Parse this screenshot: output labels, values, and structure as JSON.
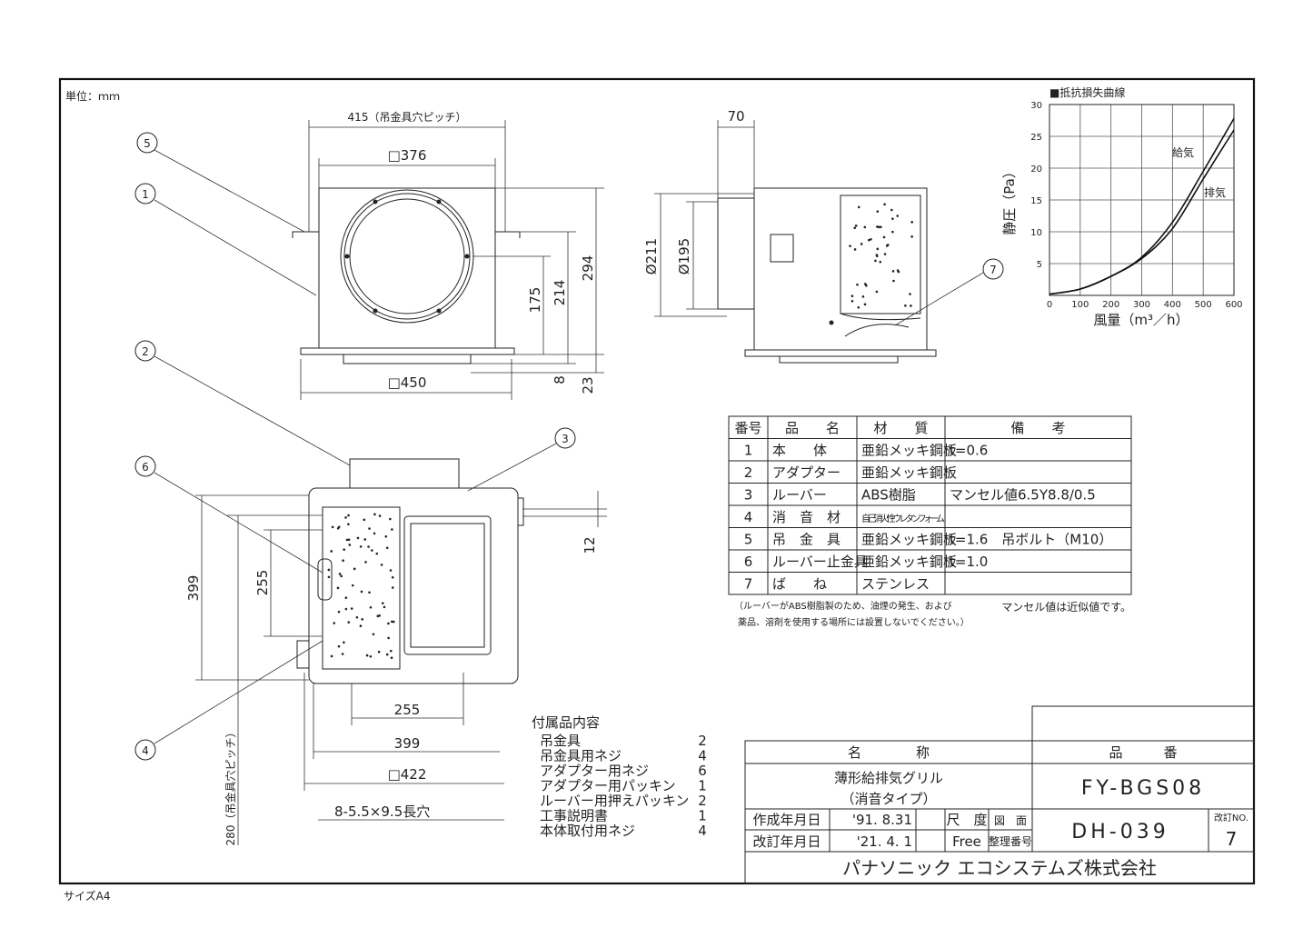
{
  "sheet": {
    "unit_label": "単位：ｍｍ",
    "size_label": "サイズA4"
  },
  "front_view": {
    "dims": {
      "pitch": "415（吊金具穴ピッチ）",
      "inner": "□376",
      "outer": "□450",
      "h294": "294",
      "h214": "214",
      "h175": "175",
      "h8": "8",
      "h23": "23"
    },
    "callouts": [
      "5",
      "1"
    ]
  },
  "side_view": {
    "dims": {
      "depth": "70",
      "d211": "Ø211",
      "d195": "Ø195"
    },
    "callouts": [
      "7"
    ]
  },
  "bottom_view": {
    "dims": {
      "v399": "399",
      "v255": "255",
      "pitch280": "280（吊金具穴ピッチ）",
      "v12": "12",
      "h255": "255",
      "h399": "399",
      "h422": "□422",
      "holes": "8-5.5×9.5長穴"
    },
    "callouts": [
      "2",
      "3",
      "6",
      "4"
    ]
  },
  "chart_data": {
    "type": "line",
    "title": "■抵抗損失曲線",
    "xlabel": "風量（m³／h）",
    "ylabel": "静圧（Pa）",
    "xlim": [
      0,
      600
    ],
    "ylim": [
      0,
      30
    ],
    "xticks": [
      "0",
      "100",
      "200",
      "300",
      "400",
      "500",
      "600"
    ],
    "yticks": [
      "5",
      "10",
      "15",
      "20",
      "25",
      "30"
    ],
    "grid": true,
    "x": [
      0,
      100,
      200,
      300,
      400,
      500,
      600
    ],
    "series": [
      {
        "name": "給気",
        "values": [
          0.2,
          1.0,
          3.0,
          6.0,
          11.5,
          19.5,
          27.8
        ]
      },
      {
        "name": "排気",
        "values": [
          0.2,
          1.0,
          3.0,
          5.8,
          10.5,
          18.3,
          26.0
        ]
      }
    ]
  },
  "parts_table": {
    "headers": [
      "番号",
      "品　　名",
      "材　　質",
      "備　　考"
    ],
    "rows": [
      [
        "1",
        "本　　体",
        "亜鉛メッキ鋼板",
        "t=0.6"
      ],
      [
        "2",
        "アダプター",
        "亜鉛メッキ鋼板",
        ""
      ],
      [
        "3",
        "ルーバー",
        "ABS樹脂",
        "マンセル値6.5Y8.8/0.5"
      ],
      [
        "4",
        "消　音　材",
        "自己消火性ウレタンフォーム",
        ""
      ],
      [
        "5",
        "吊　金　具",
        "亜鉛メッキ鋼板",
        "t=1.6　吊ボルト（M10）"
      ],
      [
        "6",
        "ルーバー止金具",
        "亜鉛メッキ鋼板",
        "t=1.0"
      ],
      [
        "7",
        "ば　　ね",
        "ステンレス",
        ""
      ]
    ],
    "note_left_1": "（ルーバーがABS樹脂製のため、油煙の発生、および",
    "note_left_2": "薬品、溶剤を使用する場所には設置しないでください。）",
    "note_right": "マンセル値は近似値です。"
  },
  "accessories": {
    "title": "付属品内容",
    "items": [
      {
        "name": "吊金具",
        "qty": "2"
      },
      {
        "name": "吊金具用ネジ",
        "qty": "4"
      },
      {
        "name": "アダプター用ネジ",
        "qty": "6"
      },
      {
        "name": "アダプター用パッキン",
        "qty": "1"
      },
      {
        "name": "ルーバー用押えパッキン",
        "qty": "2"
      },
      {
        "name": "工事説明書",
        "qty": "1"
      },
      {
        "name": "本体取付用ネジ",
        "qty": "4"
      }
    ]
  },
  "title_block": {
    "name_header": "名　　　　称",
    "number_header": "品　　　番",
    "product_name_1": "薄形給排気グリル",
    "product_name_2": "（消音タイプ）",
    "product_number": "FY-BGS08",
    "created_label": "作成年月日",
    "created_date": "'91. 8.31",
    "revised_label": "改訂年月日",
    "revised_date": "'21. 4. 1",
    "scale_label": "尺　度",
    "scale_value": "Free",
    "drawing_label_1": "図　面",
    "drawing_label_2": "整理番号",
    "drawing_number": "DH-039",
    "revision_label": "改訂NO.",
    "revision_number": "7",
    "company": "パナソニック エコシステムズ株式会社"
  }
}
